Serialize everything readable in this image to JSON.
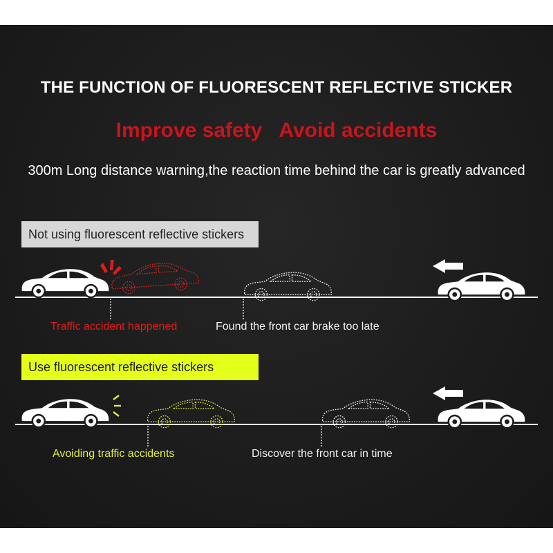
{
  "title": "THE FUNCTION OF FLUORESCENT REFLECTIVE STICKER",
  "slogan": {
    "part1": "Improve safety",
    "part2": "Avoid accidents"
  },
  "description": "300m Long distance warning,the reaction time behind the car is greatly advanced",
  "scenario_without": {
    "label": "Not using fluorescent reflective stickers",
    "caption_left": "Traffic accident happened",
    "caption_right": "Found the front car brake too late"
  },
  "scenario_with": {
    "label": "Use fluorescent reflective stickers",
    "caption_left": "Avoiding traffic accidents",
    "caption_right": "Discover the front car in time"
  },
  "colors": {
    "background": "#1c1c1c",
    "accent_red": "#c8141c",
    "highlight_yellow": "#e4ff1a",
    "car_white": "#ffffff"
  },
  "icons": [
    "car-icon",
    "arrow-left-icon",
    "impact-icon",
    "warning-flash-icon"
  ]
}
